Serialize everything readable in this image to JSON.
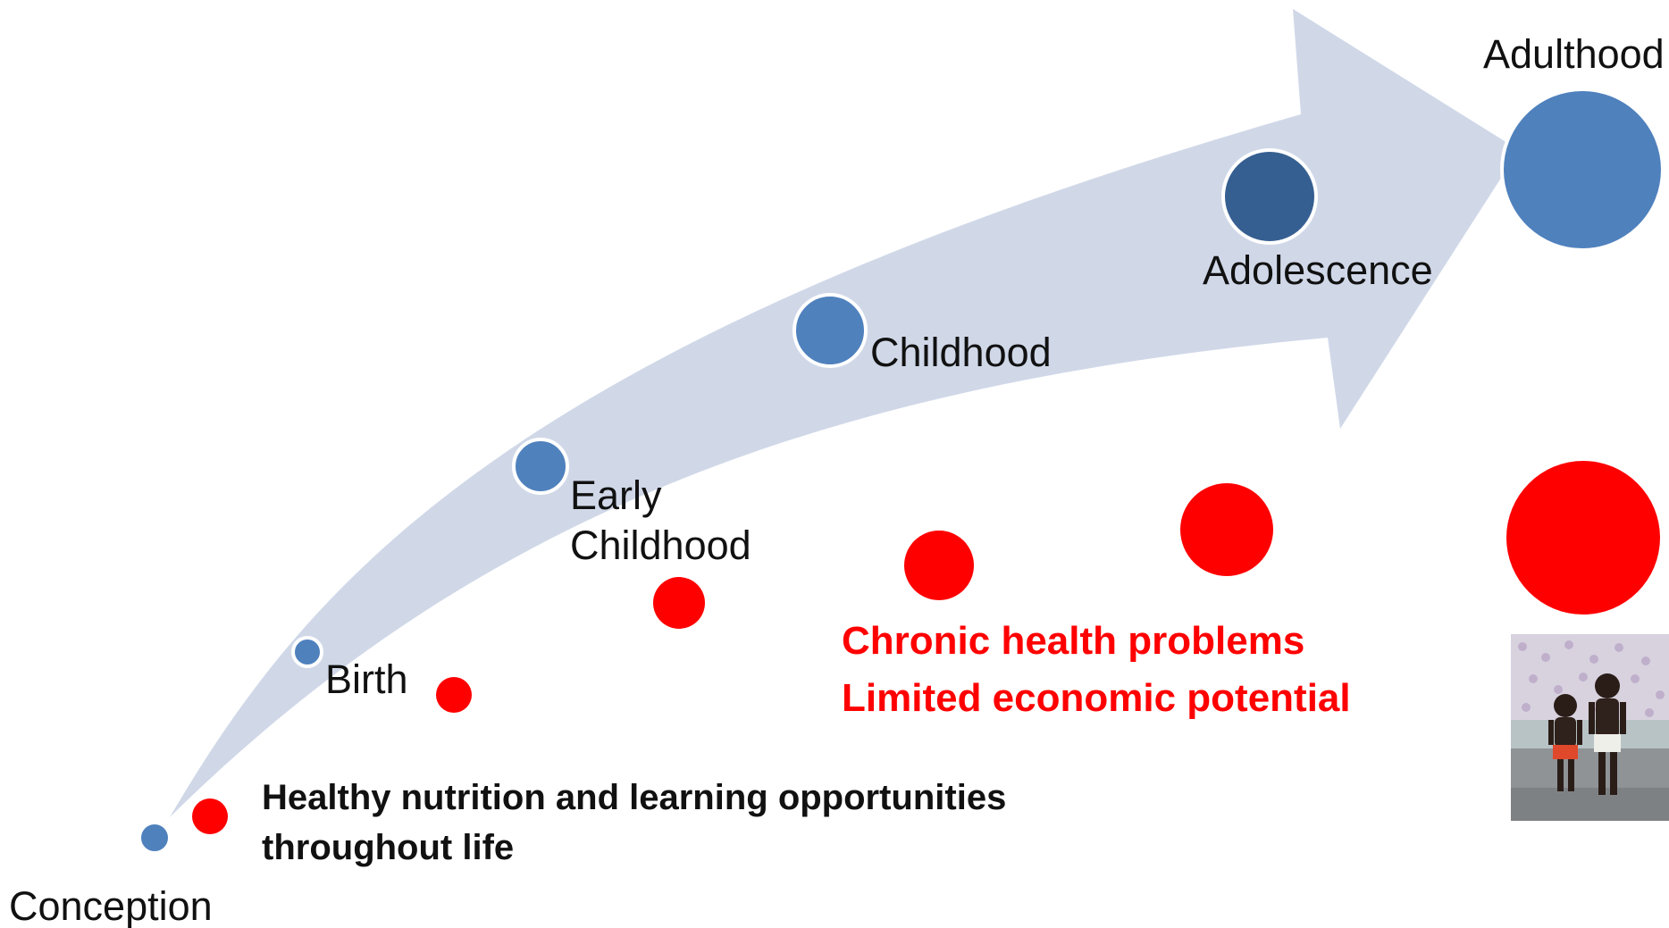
{
  "colors": {
    "arrow": "#d0d8e8",
    "blue": "#4f81bd",
    "blue_dark": "#365f91",
    "red": "#ff0000",
    "text": "#111111"
  },
  "stages": [
    {
      "id": "conception",
      "label": "Conception"
    },
    {
      "id": "birth",
      "label": "Birth"
    },
    {
      "id": "early-childhood",
      "label_line1": "Early",
      "label_line2": "Childhood"
    },
    {
      "id": "childhood",
      "label": "Childhood"
    },
    {
      "id": "adolescence",
      "label": "Adolescence"
    },
    {
      "id": "adulthood",
      "label": "Adulthood"
    }
  ],
  "healthy_path": {
    "line1": "Healthy nutrition and learning opportunities",
    "line2": "throughout life"
  },
  "poor_outcomes": {
    "line1": "Chronic health problems",
    "line2": "Limited economic potential"
  },
  "photo": {
    "icon": "children-photo"
  }
}
